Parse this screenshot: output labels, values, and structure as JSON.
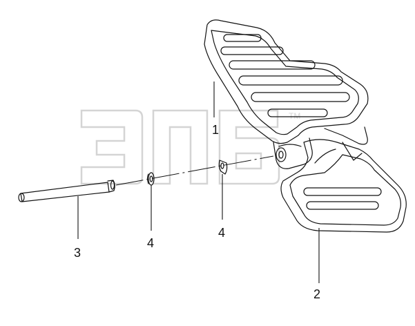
{
  "diagram": {
    "type": "exploded-parts-view",
    "callouts": [
      {
        "id": "c1",
        "label": "1"
      },
      {
        "id": "c2",
        "label": "2"
      },
      {
        "id": "c3",
        "label": "3"
      },
      {
        "id": "c4a",
        "label": "4"
      },
      {
        "id": "c4b",
        "label": "4"
      }
    ],
    "watermark": {
      "mark": "ЭПБ",
      "trademark": "TM"
    },
    "colors": {
      "line": "#111111",
      "watermark": "#d6d6d6",
      "background": "#ffffff"
    }
  }
}
